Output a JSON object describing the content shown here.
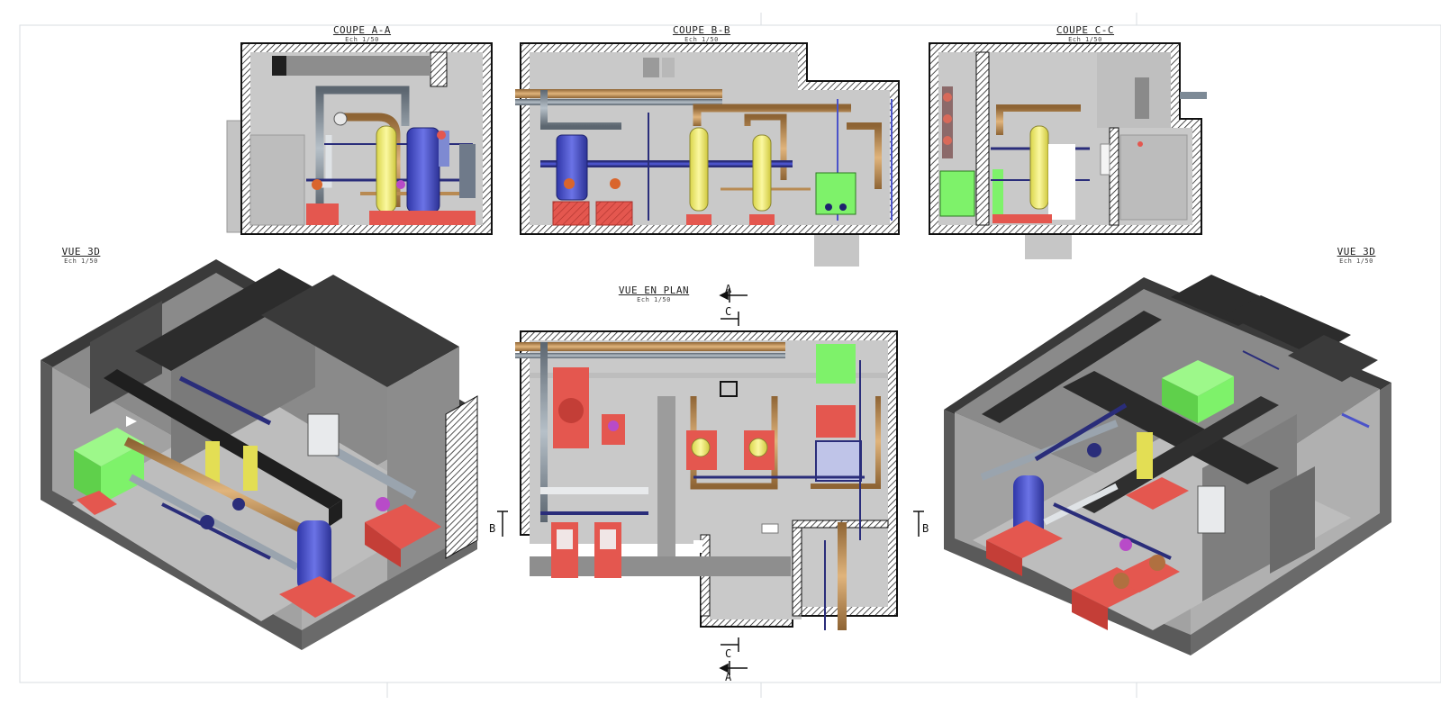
{
  "views": {
    "section_a": {
      "title": "COUPE A-A",
      "scale": "Ech 1/50"
    },
    "section_b": {
      "title": "COUPE B-B",
      "scale": "Ech 1/50"
    },
    "section_c": {
      "title": "COUPE C-C",
      "scale": "Ech 1/50"
    },
    "view_3d_left": {
      "title": "VUE 3D",
      "scale": "Ech 1/50"
    },
    "view_3d_right": {
      "title": "VUE 3D",
      "scale": "Ech 1/50"
    },
    "plan": {
      "title": "VUE EN PLAN",
      "scale": "Ech 1/50"
    }
  },
  "markers": {
    "a": "A",
    "b": "B",
    "c": "C"
  },
  "colors": {
    "wall": "#2b2b2b",
    "room_fill": "#c8c8c8",
    "pipe_copper": "#b88a52",
    "pipe_grey": "#7d8a96",
    "pipe_navy": "#2a2d7a",
    "tank_yellow": "#f2ef7a",
    "tank_blue": "#4b53c9",
    "base_red": "#e4574f",
    "panel_green": "#7ef26a"
  }
}
